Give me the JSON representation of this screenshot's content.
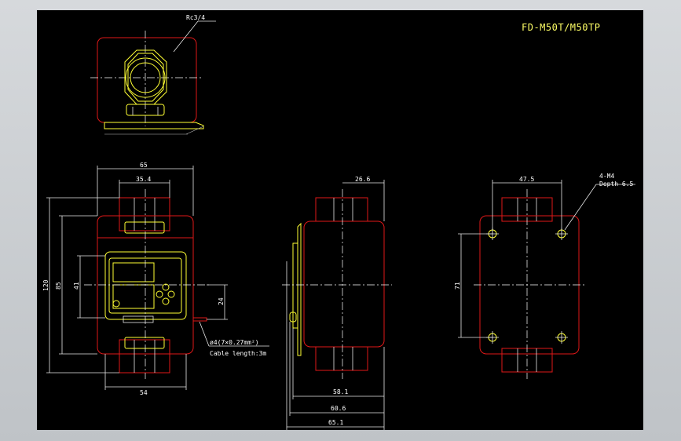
{
  "title": "FD-M50T/M50TP",
  "callouts": {
    "thread": "Rc3/4",
    "cable_spec": "ø4(7×0.27mm²)",
    "cable_length": "Cable length:3m",
    "mount_holes": "4-M4",
    "mount_depth": "Depth 6.5"
  },
  "dimensions": {
    "front_width": "65",
    "front_inner": "35.4",
    "front_bottom": "54",
    "height_total": "120",
    "height_body": "85",
    "height_display": "41",
    "height_cable": "24",
    "side_top": "26.6",
    "side_d1": "58.1",
    "side_d2": "60.6",
    "side_d3": "65.1",
    "back_width": "47.5",
    "back_height": "71"
  },
  "colors": {
    "background": "#000000",
    "outline": "#e01818",
    "detail": "#ffff33",
    "dimension": "#ffffff"
  }
}
